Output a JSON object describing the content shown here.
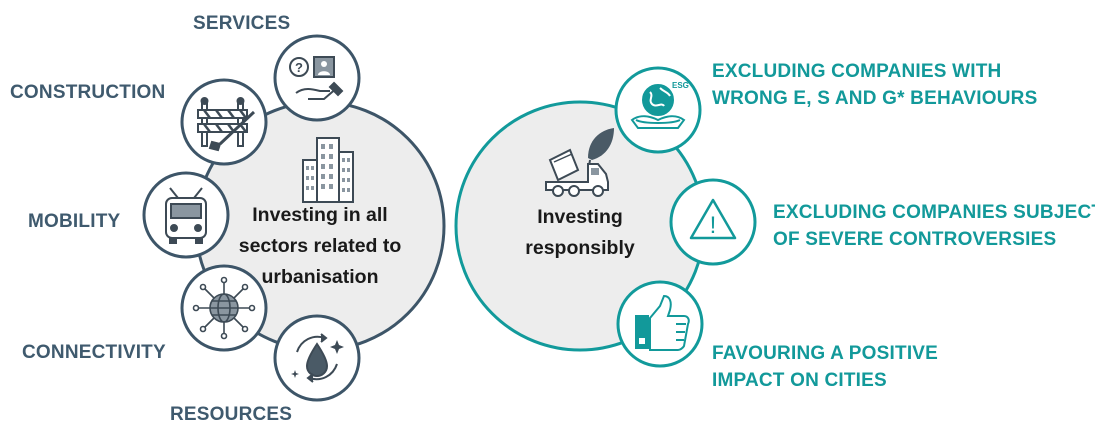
{
  "left_hub": {
    "lines": [
      "Investing in all",
      "sectors related to",
      "urbanisation"
    ],
    "icon": "buildings-icon"
  },
  "right_hub": {
    "lines": [
      "Investing",
      "responsibly"
    ],
    "icon": "eco-truck-icon"
  },
  "sectors": [
    {
      "label": "SERVICES",
      "icon": "services-hand-icon"
    },
    {
      "label": "CONSTRUCTION",
      "icon": "construction-barrier-icon"
    },
    {
      "label": "MOBILITY",
      "icon": "trolleybus-icon"
    },
    {
      "label": "CONNECTIVITY",
      "icon": "network-globe-icon"
    },
    {
      "label": "RESOURCES",
      "icon": "water-drop-recycle-icon"
    }
  ],
  "principles": [
    {
      "lines": [
        "EXCLUDING COMPANIES WITH",
        "WRONG E, S AND G* BEHAVIOURS"
      ],
      "icon": "esg-globe-hand-icon",
      "badge": "ESG"
    },
    {
      "lines": [
        "EXCLUDING COMPANIES SUBJECT",
        "OF SEVERE CONTROVERSIES"
      ],
      "icon": "warning-triangle-icon",
      "badge": "!"
    },
    {
      "lines": [
        "FAVOURING A POSITIVE",
        "IMPACT ON CITIES"
      ],
      "icon": "thumbs-up-icon"
    }
  ],
  "colors": {
    "left_border": "#3d5568",
    "right_border": "#129a9b",
    "hub_fill": "#ededed",
    "icon_dark": "#3d4a55",
    "icon_teal": "#12999a"
  }
}
